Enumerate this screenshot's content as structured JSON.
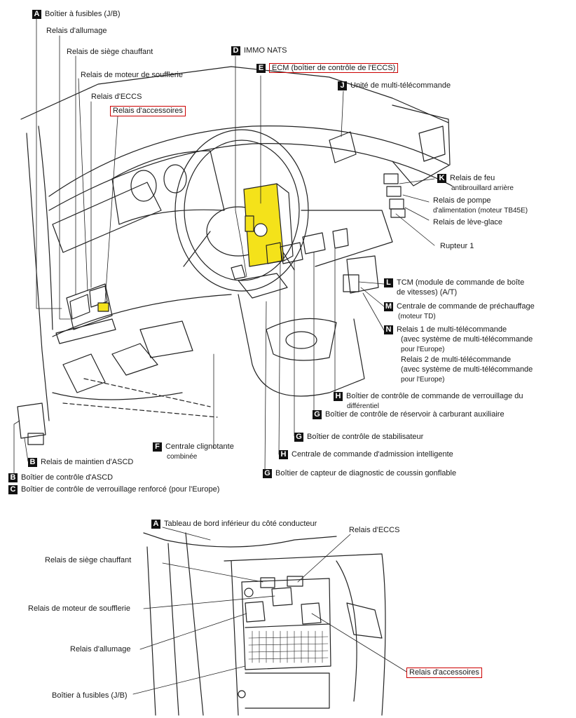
{
  "highlight_color": "#cc0000",
  "ecm_fill": "#f4e21a",
  "labels": {
    "a_fuse_box": "Boîtier à fusibles (J/B)",
    "relay_ignition": "Relais d'allumage",
    "relay_heated_seat": "Relais de siège chauffant",
    "relay_blower": "Relais de moteur de soufflerie",
    "relay_eccs": "Relais d'ECCS",
    "relay_accessory": "Relais d'accessoires",
    "d_immo": "IMMO NATS",
    "e_ecm": "ECM (boîtier de contrôle de l'ECCS)",
    "j_multi_remote": "Unité de multi-télécommande",
    "k_fog_rear_1": "Relais de feu",
    "k_fog_rear_2": "antibrouillard arrière",
    "fuel_pump_1": "Relais de pompe",
    "fuel_pump_2": "d'alimentation (moteur TB45E)",
    "window_relay": "Relais de lève-glace",
    "rupteur": "Rupteur 1",
    "l_tcm_1": "TCM (module de commande de boîte",
    "l_tcm_2": "de vitesses) (A/T)",
    "m_glow_1": "Centrale de commande de préchauffage",
    "m_glow_2": "(moteur TD)",
    "n_relay1_1": "Relais 1 de multi-télécommande",
    "n_relay1_2": "(avec système de multi-télécommande",
    "n_relay1_3": "pour l'Europe)",
    "n_relay2_1": "Relais 2 de multi-télécommande",
    "n_relay2_2": "(avec système de multi-télécommande",
    "n_relay2_3": "pour l'Europe)",
    "h_diff_lock_1": "Boîtier de contrôle de commande de verrouillage du",
    "h_diff_lock_2": "différentiel",
    "g_aux_tank": "Boîtier de contrôle de réservoir à carburant auxiliaire",
    "g_stabilizer": "Boîtier de contrôle de stabilisateur",
    "h_intake": "Centrale de commande d'admission intelligente",
    "g_airbag": "Boîtier de capteur de diagnostic de coussin gonflable",
    "f_flasher_1": "Centrale clignotante",
    "f_flasher_2": "combinée",
    "b_ascd_relay": "Relais de maintien d'ASCD",
    "b_ascd_ctrl": "Boîtier de contrôle d'ASCD",
    "c_lock": "Boîtier de contrôle de verrouillage renforcé (pour l'Europe)",
    "a_lower_panel": "Tableau de bord inférieur du côté conducteur",
    "lower_eccs": "Relais d'ECCS",
    "lower_heated_seat": "Relais de siège chauffant",
    "lower_blower": "Relais de moteur de soufflerie",
    "lower_ignition": "Relais d'allumage",
    "lower_accessory": "Relais d'accessoires",
    "lower_fuse_box": "Boîtier à fusibles (J/B)"
  },
  "badges": {
    "A": "A",
    "B": "B",
    "C": "C",
    "D": "D",
    "E": "E",
    "F": "F",
    "G": "G",
    "H": "H",
    "J": "J",
    "K": "K",
    "L": "L",
    "M": "M",
    "N": "N"
  }
}
